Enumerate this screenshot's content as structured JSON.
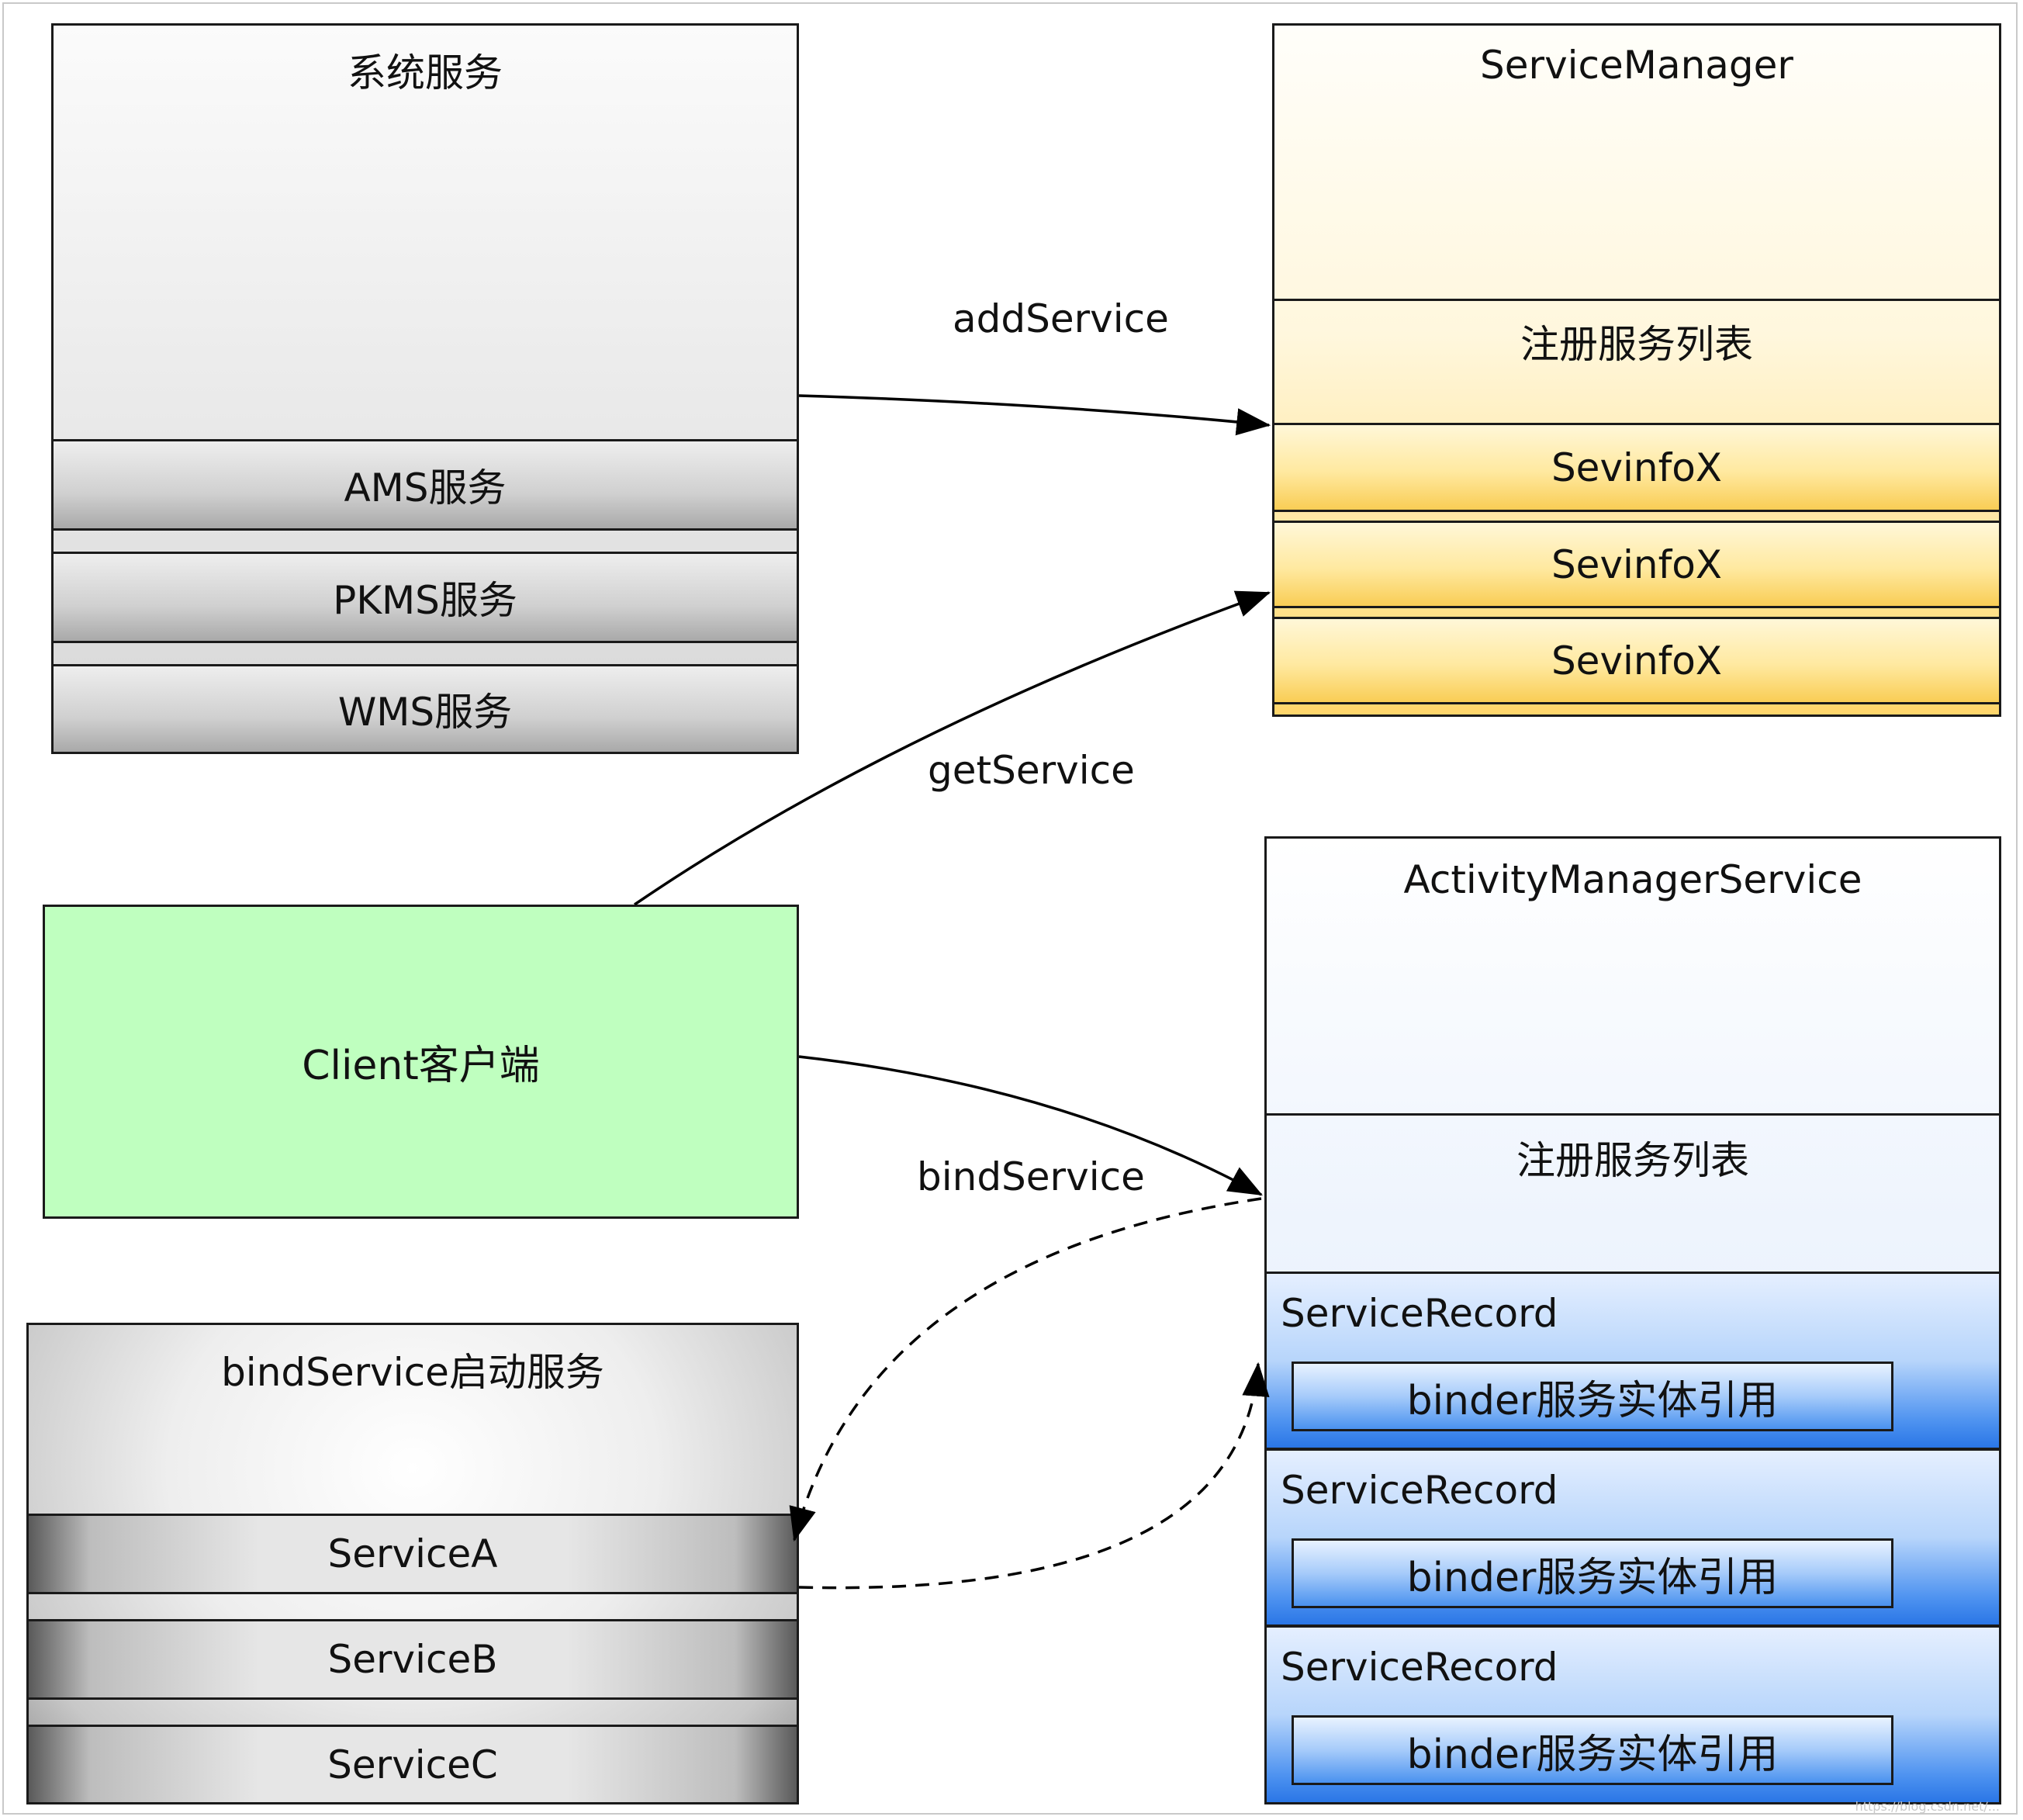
{
  "system_services": {
    "title": "系统服务",
    "items": [
      "AMS服务",
      "PKMS服务",
      "WMS服务"
    ]
  },
  "service_manager": {
    "title": "ServiceManager",
    "list_title": "注册服务列表",
    "items": [
      "SevinfoX",
      "SevinfoX",
      "SevinfoX"
    ]
  },
  "client": {
    "label": "Client客户端"
  },
  "bind_services": {
    "title": "bindService启动服务",
    "items": [
      "ServiceA",
      "ServiceB",
      "ServiceC"
    ]
  },
  "ams": {
    "title": "ActivityManagerService",
    "list_title": "注册服务列表",
    "records": [
      {
        "name": "ServiceRecord",
        "binder": "binder服务实体引用"
      },
      {
        "name": "ServiceRecord",
        "binder": "binder服务实体引用"
      },
      {
        "name": "ServiceRecord",
        "binder": "binder服务实体引用"
      }
    ]
  },
  "edges": {
    "add_service": "addService",
    "get_service": "getService",
    "bind_service": "bindService"
  },
  "watermark": "https://blog.csdn.net/..."
}
